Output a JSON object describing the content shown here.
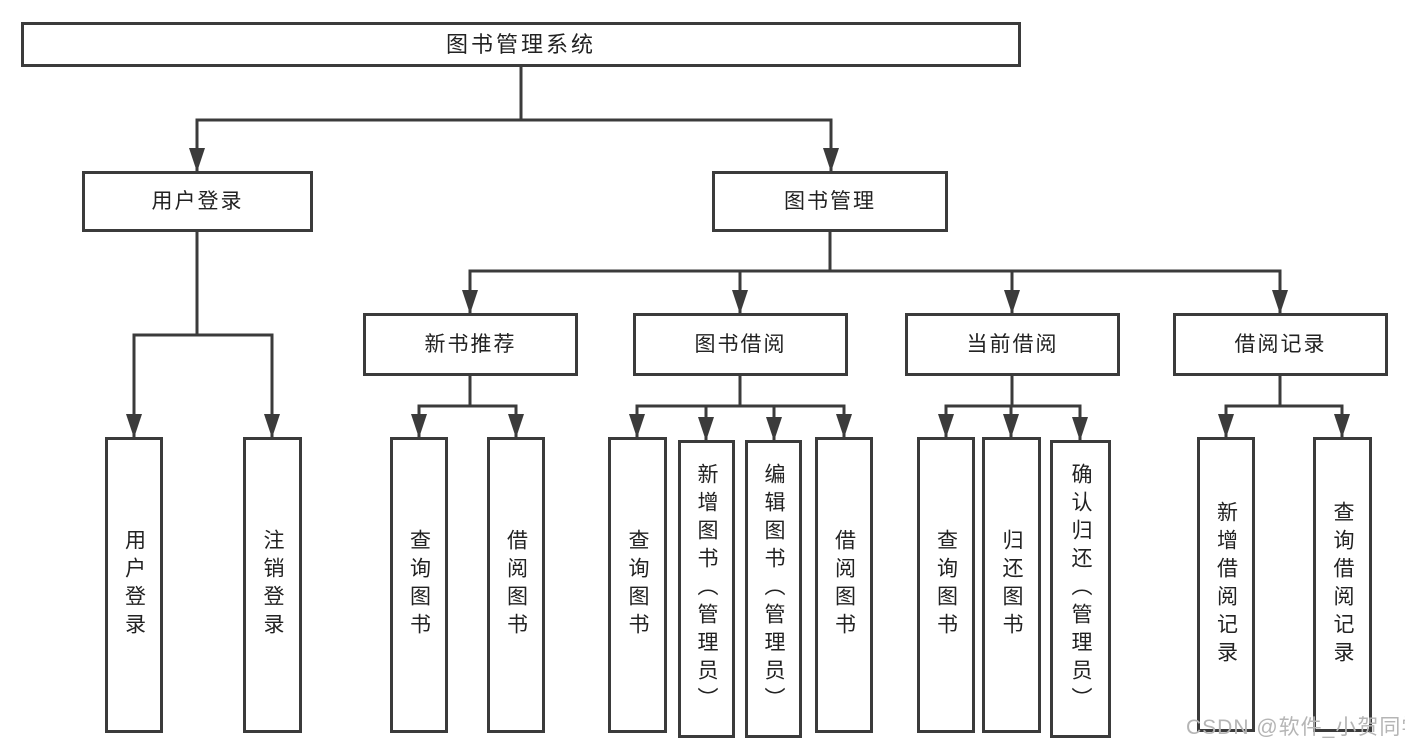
{
  "diagram": {
    "type": "hierarchy-tree",
    "background_color": "#ffffff",
    "line_color": "#3b3b3b",
    "text_color": "#222222",
    "tree": {
      "label": "图书管理系统",
      "children": [
        {
          "label": "用户登录",
          "children": [
            {
              "label": "用户登录"
            },
            {
              "label": "注销登录"
            }
          ]
        },
        {
          "label": "图书管理",
          "children": [
            {
              "label": "新书推荐",
              "children": [
                {
                  "label": "查询图书"
                },
                {
                  "label": "借阅图书"
                }
              ]
            },
            {
              "label": "图书借阅",
              "children": [
                {
                  "label": "查询图书"
                },
                {
                  "label": "新增图书（管理员）"
                },
                {
                  "label": "编辑图书（管理员）"
                },
                {
                  "label": "借阅图书"
                }
              ]
            },
            {
              "label": "当前借阅",
              "children": [
                {
                  "label": "查询图书"
                },
                {
                  "label": "归还图书"
                },
                {
                  "label": "确认归还（管理员）"
                }
              ]
            },
            {
              "label": "借阅记录",
              "children": [
                {
                  "label": "新增借阅记录"
                },
                {
                  "label": "查询借阅记录"
                }
              ]
            }
          ]
        }
      ]
    }
  },
  "watermark": {
    "text": "CSDN @软件_小贺同学",
    "color": "#b5b5b5"
  }
}
